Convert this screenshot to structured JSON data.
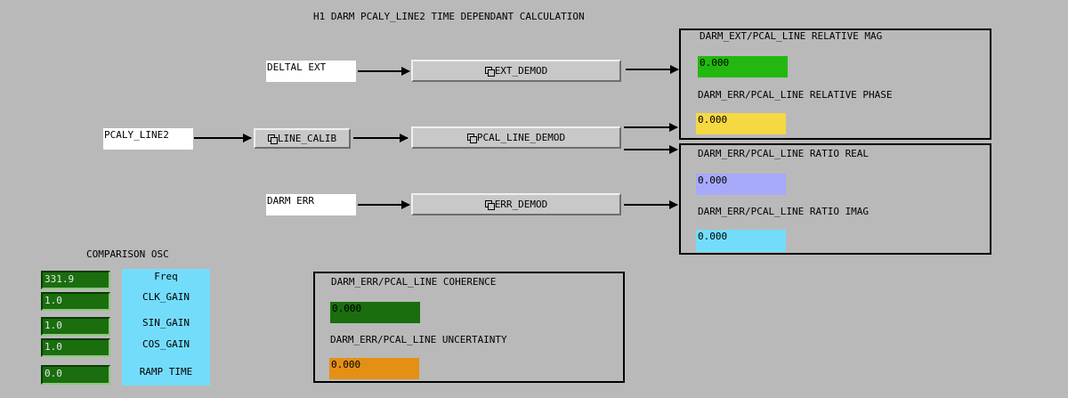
{
  "title": "H1 DARM PCALY_LINE2 TIME DEPENDANT CALCULATION",
  "inputs": {
    "deltal_ext": "DELTAL EXT",
    "pcaly_line2": "PCALY_LINE2",
    "darm_err": "DARM ERR"
  },
  "buttons": {
    "ext_demod": "EXT_DEMOD",
    "line_calib": "LINE_CALIB",
    "pcal_line_demod": "PCAL_LINE_DEMOD",
    "err_demod": "ERR_DEMOD"
  },
  "outputs": {
    "relative_mag": {
      "label": "DARM_EXT/PCAL_LINE RELATIVE MAG",
      "value": "0.000",
      "color": "#22b80f"
    },
    "relative_phase": {
      "label": "DARM_ERR/PCAL_LINE RELATIVE PHASE",
      "value": "0.000",
      "color": "#f6d843"
    },
    "ratio_real": {
      "label": "DARM_ERR/PCAL_LINE RATIO REAL",
      "value": "0.000",
      "color": "#a7a9fb"
    },
    "ratio_imag": {
      "label": "DARM_ERR/PCAL_LINE RATIO IMAG",
      "value": "0.000",
      "color": "#74dcfb"
    },
    "coherence": {
      "label": "DARM_ERR/PCAL_LINE COHERENCE",
      "value": "0.000",
      "color": "#1a6e0e"
    },
    "uncertainty": {
      "label": "DARM_ERR/PCAL_LINE UNCERTAINTY",
      "value": "0.000",
      "color": "#e49015"
    }
  },
  "comparison_osc": {
    "title": "COMPARISON OSC",
    "freq_label": "Freq",
    "freq_value": "331.9",
    "clk_gain_label": "CLK_GAIN",
    "clk_gain_value": "1.0",
    "sin_gain_label": "SIN_GAIN",
    "sin_gain_value": "1.0",
    "cos_gain_label": "COS_GAIN",
    "cos_gain_value": "1.0",
    "ramp_time_label": "RAMP TIME",
    "ramp_time_value": "0.0"
  }
}
